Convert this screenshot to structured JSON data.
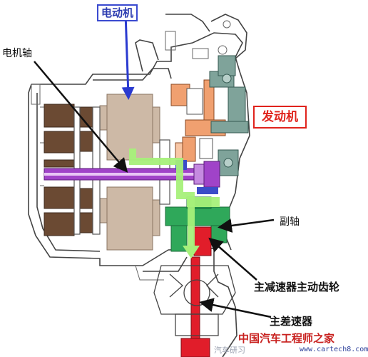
{
  "labels": {
    "motor": "电动机",
    "motor_shaft": "电机轴",
    "engine": "发动机",
    "countershaft": "副轴",
    "final_drive_gear": "主减速器主动齿轮",
    "differential": "主差速器"
  },
  "watermark": {
    "site_name": "中国汽车工程师之家",
    "site_url": "www.cartech8.com",
    "account": "汽车研习"
  },
  "colors": {
    "motor_label": "#3a4ad0",
    "engine_label": "#e0231c",
    "stator": "#cdb9a6",
    "rotor": "#6b4a33",
    "shaft": "#a043c8",
    "power_flow": "#a6f07a",
    "countershaft_gear": "#2fa85a",
    "final_drive": "#e11d2a",
    "engine_gear": "#f0a070",
    "housing": "#444444"
  }
}
